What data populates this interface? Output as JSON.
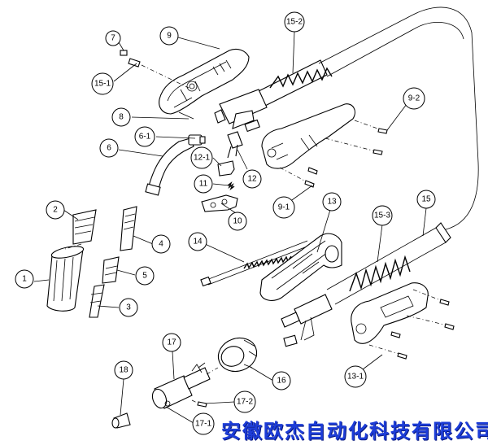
{
  "diagram": {
    "labels": [
      {
        "id": "7",
        "text": "7"
      },
      {
        "id": "9",
        "text": "9"
      },
      {
        "id": "15-2",
        "text": "15-2"
      },
      {
        "id": "15-1",
        "text": "15-1"
      },
      {
        "id": "8",
        "text": "8"
      },
      {
        "id": "6-1",
        "text": "6-1"
      },
      {
        "id": "6",
        "text": "6"
      },
      {
        "id": "12-1",
        "text": "12-1"
      },
      {
        "id": "12",
        "text": "12"
      },
      {
        "id": "11",
        "text": "11"
      },
      {
        "id": "10",
        "text": "10"
      },
      {
        "id": "9-2",
        "text": "9-2"
      },
      {
        "id": "9-1",
        "text": "9-1"
      },
      {
        "id": "2",
        "text": "2"
      },
      {
        "id": "1",
        "text": "1"
      },
      {
        "id": "4",
        "text": "4"
      },
      {
        "id": "5",
        "text": "5"
      },
      {
        "id": "3",
        "text": "3"
      },
      {
        "id": "14",
        "text": "14"
      },
      {
        "id": "13",
        "text": "13"
      },
      {
        "id": "15-3",
        "text": "15-3"
      },
      {
        "id": "15",
        "text": "15"
      },
      {
        "id": "17",
        "text": "17"
      },
      {
        "id": "16",
        "text": "16"
      },
      {
        "id": "18",
        "text": "18"
      },
      {
        "id": "17-2",
        "text": "17-2"
      },
      {
        "id": "17-1",
        "text": "17-1"
      },
      {
        "id": "13-1",
        "text": "13-1"
      }
    ]
  },
  "company_name": "安徽欧杰自动化科技有限公司"
}
